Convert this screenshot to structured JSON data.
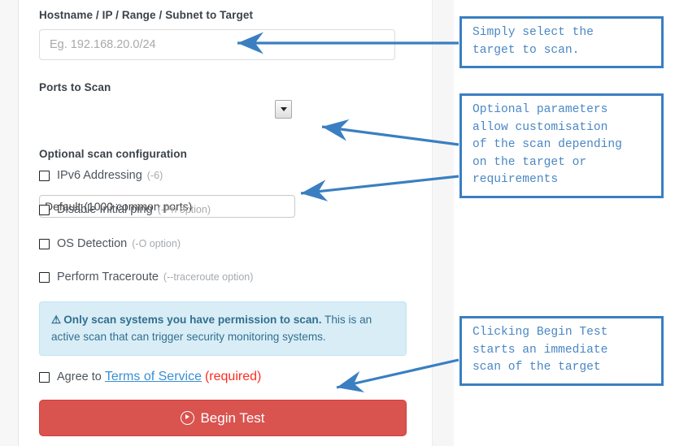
{
  "form": {
    "target_label": "Hostname / IP / Range / Subnet to Target",
    "target_placeholder": "Eg. 192.168.20.0/24",
    "target_value": "",
    "ports_label": "Ports to Scan",
    "ports_selected": "Default (1000 common ports)",
    "ports_options": [
      "Default (1000 common ports)"
    ],
    "optional_label": "Optional scan configuration",
    "options": [
      {
        "name": "IPv6 Addressing",
        "flag": "(-6)",
        "checked": false
      },
      {
        "name": "Disable Initial ping",
        "flag": "(-Pn option)",
        "checked": false
      },
      {
        "name": "OS Detection",
        "flag": "(-O option)",
        "checked": false
      },
      {
        "name": "Perform Traceroute",
        "flag": "(--traceroute option)",
        "checked": false
      }
    ],
    "alert": {
      "icon": "warning-triangle-icon",
      "strong": "Only scan systems you have permission to scan.",
      "rest": " This is an active scan that can trigger security monitoring systems."
    },
    "tos": {
      "prefix": "Agree to",
      "link": "Terms of Service",
      "required": "(required)",
      "checked": false
    },
    "submit": {
      "icon": "play-circle-icon",
      "label": "Begin Test"
    }
  },
  "annotations": [
    {
      "text": "Simply select the\ntarget to scan."
    },
    {
      "text": "Optional parameters\nallow customisation\nof the scan depending\non the target or\nrequirements"
    },
    {
      "text": "Clicking Begin Test\nstarts an immediate\nscan of the target"
    }
  ],
  "colors": {
    "accent_blue": "#3a7fc1",
    "danger_red": "#d9534f",
    "info_bg": "#d9edf7",
    "info_text": "#31708f",
    "link_blue": "#3b8fd4",
    "required_red": "#ff2b22"
  }
}
